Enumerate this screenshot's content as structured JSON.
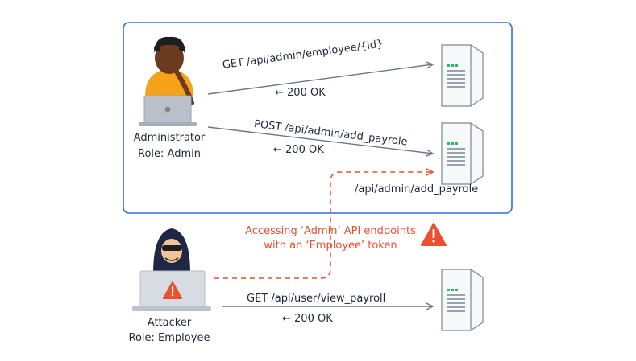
{
  "diagram": {
    "admin": {
      "name": "Administrator",
      "role": "Role: Admin",
      "requests": [
        {
          "request": "GET /api/admin/employee/{id}",
          "response": "← 200 OK"
        },
        {
          "request": "POST /api/admin/add_payrole",
          "response": "← 200 OK"
        }
      ]
    },
    "server_label": "/api/admin/add_payrole",
    "attack_note": {
      "line1": "Accessing ‘Admin’ API endpoints",
      "line2": "with an ‘Employee’ token"
    },
    "attacker": {
      "name": "Attacker",
      "role": "Role: Employee",
      "request": "GET /api/user/view_payroll",
      "response": "← 200 OK"
    }
  },
  "colors": {
    "frame": "#2f6fe0",
    "arrow": "#6b7686",
    "attack": "#e8502f",
    "text": "#1b2a3a"
  },
  "icons": [
    "administrator-avatar",
    "laptop",
    "server-icon",
    "attacker-avatar",
    "warning-icon"
  ]
}
